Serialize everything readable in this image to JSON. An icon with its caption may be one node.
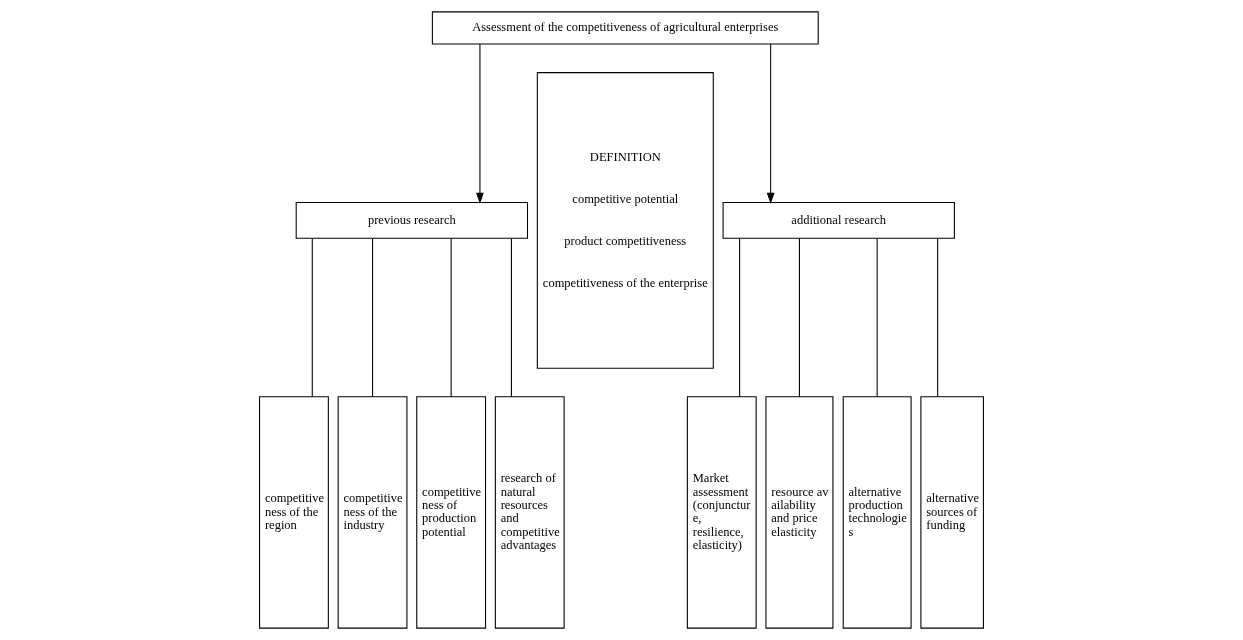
{
  "diagram": {
    "nodes": [
      {
        "text": [
          "Assessment of the competitiveness of agricultural enterprises"
        ]
      },
      {
        "text": [
          "previous research"
        ]
      },
      {
        "text": [
          "competitiveness of the region"
        ]
      },
      {
        "text": [
          "competitiveness of the industry"
        ]
      },
      {
        "text": [
          "competitiveness of production potential"
        ]
      },
      {
        "text": [
          "research of natural resources and competitive advantages"
        ]
      },
      {
        "text": [
          "DEFINITION",
          "competitive potential",
          "product competitiveness",
          "competitiveness of the enterprise"
        ]
      },
      {
        "text": [
          "additional research"
        ]
      },
      {
        "text": [
          "Market assessment (conjuncture, resilience, elasticity)"
        ]
      },
      {
        "text": [
          "resource availability and price elasticity"
        ]
      },
      {
        "text": [
          "alternative production technologies"
        ]
      },
      {
        "text": [
          "alternative sources of funding"
        ]
      }
    ],
    "edges": [
      {
        "from": 0,
        "to": 1,
        "arrow": "to"
      },
      {
        "from": 0,
        "to": 7,
        "arrow": "to"
      },
      {
        "from": 1,
        "to": 2,
        "arrow": "none"
      },
      {
        "from": 1,
        "to": 3,
        "arrow": "none"
      },
      {
        "from": 1,
        "to": 4,
        "arrow": "none"
      },
      {
        "from": 1,
        "to": 5,
        "arrow": "none"
      },
      {
        "from": 7,
        "to": 8,
        "arrow": "none"
      },
      {
        "from": 7,
        "to": 9,
        "arrow": "none"
      },
      {
        "from": 7,
        "to": 10,
        "arrow": "none"
      },
      {
        "from": 7,
        "to": 11,
        "arrow": "none"
      }
    ]
  }
}
